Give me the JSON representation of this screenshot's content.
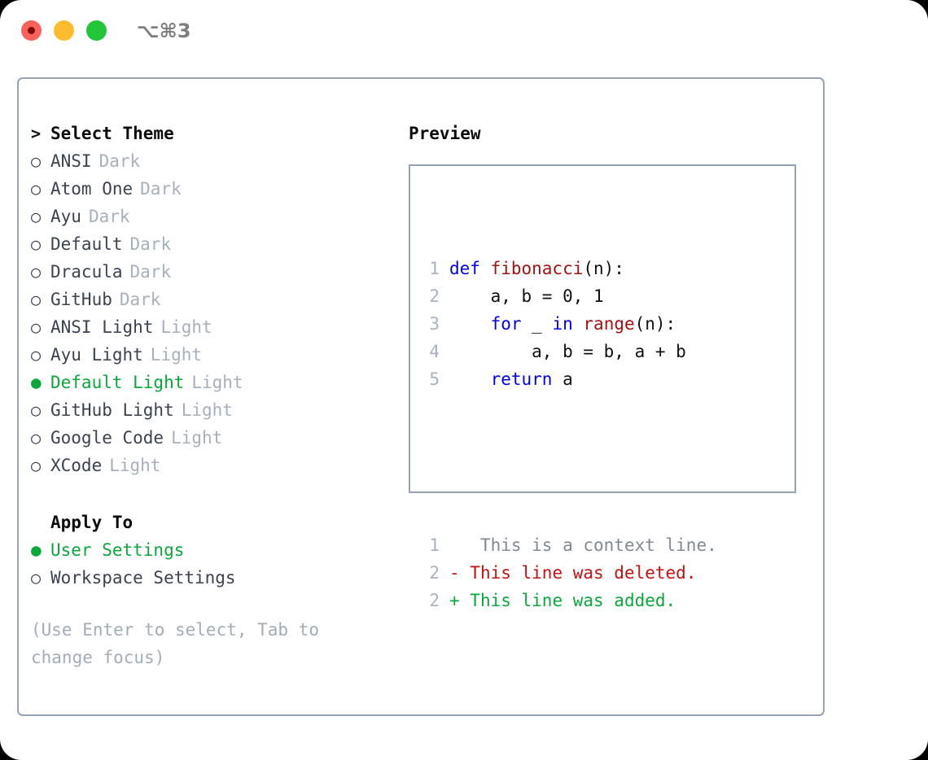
{
  "window": {
    "shortcut": "⌥⌘3",
    "traffic_lights": [
      {
        "name": "close",
        "color": "#fb6059"
      },
      {
        "name": "minimize",
        "color": "#fcbc2d"
      },
      {
        "name": "maximize",
        "color": "#22c536"
      }
    ]
  },
  "colors": {
    "selected_green": "#09a83a",
    "muted_gray": "#a7b0bd",
    "border": "#97a3b4",
    "keyword_blue": "#0000f0",
    "function_red": "#a81010",
    "diff_delete_red": "#c51111",
    "diff_add_green": "#09a83a",
    "line_number": "#a8b2c0"
  },
  "theme_picker": {
    "heading": "Select Theme",
    "heading_marker": ">",
    "bullet_selected": "●",
    "bullet_unselected": "○",
    "items": [
      {
        "label": "ANSI",
        "variant": "Dark",
        "selected": false
      },
      {
        "label": "Atom One",
        "variant": "Dark",
        "selected": false
      },
      {
        "label": "Ayu",
        "variant": "Dark",
        "selected": false
      },
      {
        "label": "Default",
        "variant": "Dark",
        "selected": false
      },
      {
        "label": "Dracula",
        "variant": "Dark",
        "selected": false
      },
      {
        "label": "GitHub",
        "variant": "Dark",
        "selected": false
      },
      {
        "label": "ANSI Light",
        "variant": "Light",
        "selected": false
      },
      {
        "label": "Ayu Light",
        "variant": "Light",
        "selected": false
      },
      {
        "label": "Default Light",
        "variant": "Light",
        "selected": true
      },
      {
        "label": "GitHub Light",
        "variant": "Light",
        "selected": false
      },
      {
        "label": "Google Code",
        "variant": "Light",
        "selected": false
      },
      {
        "label": "XCode",
        "variant": "Light",
        "selected": false
      }
    ]
  },
  "apply_to": {
    "heading": "Apply To",
    "items": [
      {
        "label": "User Settings",
        "selected": true
      },
      {
        "label": "Workspace Settings",
        "selected": false
      }
    ]
  },
  "hint": "(Use Enter to select, Tab to change focus)",
  "preview": {
    "title": "Preview",
    "code_lines": [
      {
        "no": "1",
        "segments": [
          {
            "text": "def ",
            "style": "kw"
          },
          {
            "text": "fibonacci",
            "style": "fn"
          },
          {
            "text": "(n):",
            "style": "pl"
          }
        ]
      },
      {
        "no": "2",
        "segments": [
          {
            "text": "    a, b = 0, 1",
            "style": "pl"
          }
        ]
      },
      {
        "no": "3",
        "segments": [
          {
            "text": "    ",
            "style": "pl"
          },
          {
            "text": "for",
            "style": "kw"
          },
          {
            "text": " _ ",
            "style": "pl"
          },
          {
            "text": "in",
            "style": "kw"
          },
          {
            "text": " ",
            "style": "pl"
          },
          {
            "text": "range",
            "style": "fn"
          },
          {
            "text": "(n):",
            "style": "pl"
          }
        ]
      },
      {
        "no": "4",
        "segments": [
          {
            "text": "        a, b = b, a + b",
            "style": "pl"
          }
        ]
      },
      {
        "no": "5",
        "segments": [
          {
            "text": "    ",
            "style": "pl"
          },
          {
            "text": "return",
            "style": "kw"
          },
          {
            "text": " a",
            "style": "pl"
          }
        ]
      }
    ],
    "diff_lines": [
      {
        "no": "1",
        "marker": " ",
        "text": "  This is a context line.",
        "kind": "context"
      },
      {
        "no": "2",
        "marker": "-",
        "text": " This line was deleted.",
        "kind": "delete"
      },
      {
        "no": "2",
        "marker": "+",
        "text": " This line was added.",
        "kind": "add"
      }
    ]
  }
}
